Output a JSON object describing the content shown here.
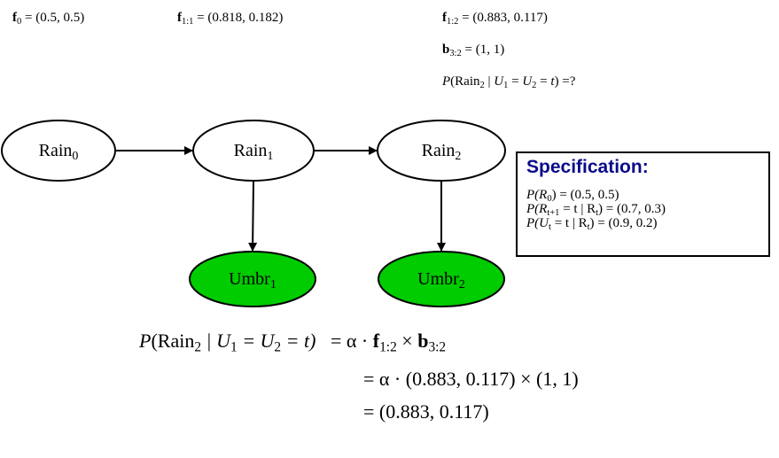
{
  "top_values": {
    "f0": {
      "symbol": "f",
      "sub": "0",
      "value": "= (0.5, 0.5)"
    },
    "f11": {
      "symbol": "f",
      "sub": "1:1",
      "value": "= (0.818, 0.182)"
    },
    "f12": {
      "symbol": "f",
      "sub": "1:2",
      "value": "= (0.883, 0.117)"
    },
    "b32": {
      "symbol": "b",
      "sub": "3:2",
      "value": "= (1, 1)"
    },
    "query": {
      "p": "P",
      "open": "(Rain",
      "sub": "2",
      "cond": " | ",
      "u1": "U",
      "u1sub": "1",
      "mid": " = ",
      "u2": "U",
      "u2sub": "2",
      "rest": " = ",
      "t": "t",
      "close": ") =?"
    }
  },
  "nodes": [
    {
      "id": "rain0",
      "label": "Rain",
      "sub": "0",
      "fill": "#ffffff"
    },
    {
      "id": "rain1",
      "label": "Rain",
      "sub": "1",
      "fill": "#ffffff"
    },
    {
      "id": "rain2",
      "label": "Rain",
      "sub": "2",
      "fill": "#ffffff"
    },
    {
      "id": "umbr1",
      "label": "Umbr",
      "sub": "1",
      "fill": "#00cc00"
    },
    {
      "id": "umbr2",
      "label": "Umbr",
      "sub": "2",
      "fill": "#00cc00"
    }
  ],
  "edges": [
    {
      "from": "rain0",
      "to": "rain1"
    },
    {
      "from": "rain1",
      "to": "rain2"
    },
    {
      "from": "rain1",
      "to": "umbr1"
    },
    {
      "from": "rain2",
      "to": "umbr2"
    }
  ],
  "specification": {
    "title": "Specification:",
    "title_color": "#0a0a8a",
    "lines": [
      {
        "pre": "P(",
        "var": "R",
        "sub": "0",
        "post": ") = (0.5, 0.5)"
      },
      {
        "pre": "P(",
        "var": "R",
        "sub": "t+1",
        "post": " = t | R",
        "sub2": "t",
        "post2": ") = (0.7, 0.3)"
      },
      {
        "pre": "P(",
        "var": "U",
        "sub": "t",
        "post": " = t | R",
        "sub2": "t",
        "post2": ") = (0.9, 0.2)"
      }
    ]
  },
  "equation": {
    "lhs": {
      "p": "P",
      "open": "(Rain",
      "sub": "2",
      "cond": " | U",
      "u1sub": "1",
      "mid": " = U",
      "u2sub": "2",
      "rest": " = t)"
    },
    "line1": {
      "eq": "= α · ",
      "f": "f",
      "fsub": "1:2",
      "times": " × ",
      "b": "b",
      "bsub": "3:2"
    },
    "line2": "= α · (0.883, 0.117) × (1, 1)",
    "line3": "= (0.883, 0.117)"
  }
}
